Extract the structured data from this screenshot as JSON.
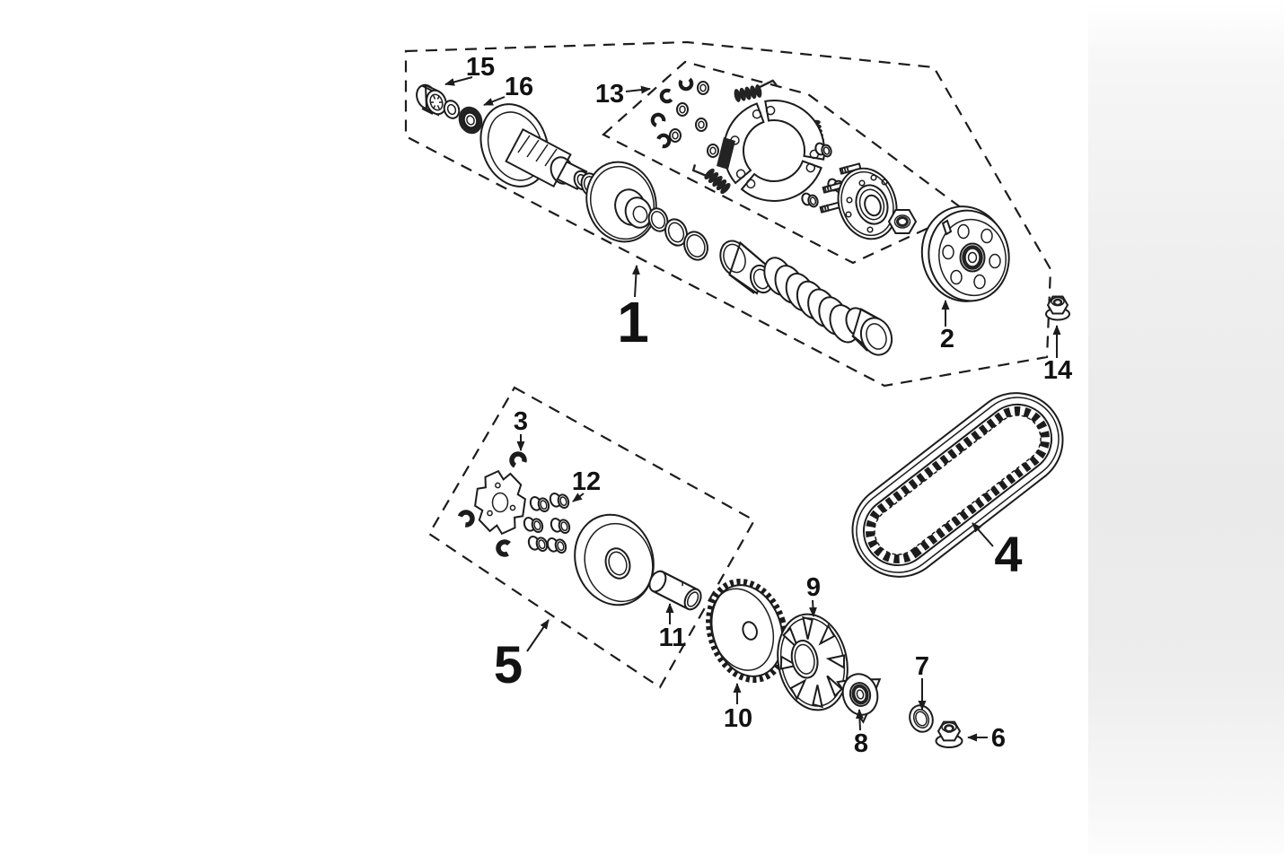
{
  "colors": {
    "line": "#1c1c1c",
    "background": "#ffffff",
    "shade": "#ebebeb",
    "dark_fill": "#232323"
  },
  "callouts": [
    {
      "label": "1"
    },
    {
      "label": "2"
    },
    {
      "label": "3"
    },
    {
      "label": "4"
    },
    {
      "label": "5"
    },
    {
      "label": "6"
    },
    {
      "label": "7"
    },
    {
      "label": "8"
    },
    {
      "label": "9"
    },
    {
      "label": "10"
    },
    {
      "label": "11"
    },
    {
      "label": "12"
    },
    {
      "label": "13"
    },
    {
      "label": "14"
    },
    {
      "label": "15"
    },
    {
      "label": "16"
    }
  ]
}
